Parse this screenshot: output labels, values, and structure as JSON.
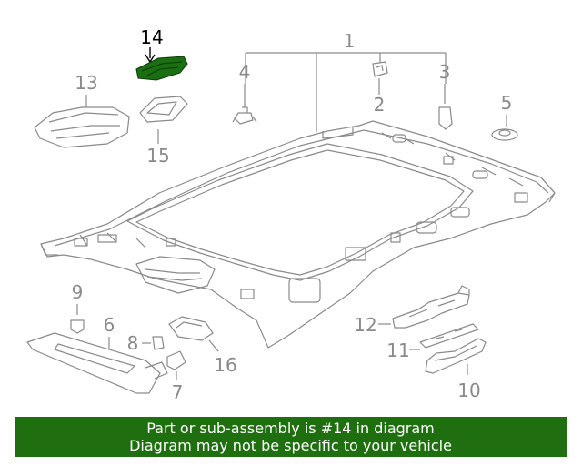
{
  "labels": {
    "p1": "1",
    "p2": "2",
    "p3": "3",
    "p4": "4",
    "p5": "5",
    "p6": "6",
    "p7": "7",
    "p8": "8",
    "p9": "9",
    "p10": "10",
    "p11": "11",
    "p12": "12",
    "p13": "13",
    "p14": "14",
    "p15": "15",
    "p16": "16"
  },
  "highlighted_part": "14",
  "banner": {
    "line1": "Part or sub-assembly is #14 in diagram",
    "line2": "Diagram may not be specific to your vehicle"
  },
  "colors": {
    "banner_bg": "#1f6e0f",
    "highlight_part": "#1b6e12",
    "line_gray": "#8a8a8a"
  }
}
